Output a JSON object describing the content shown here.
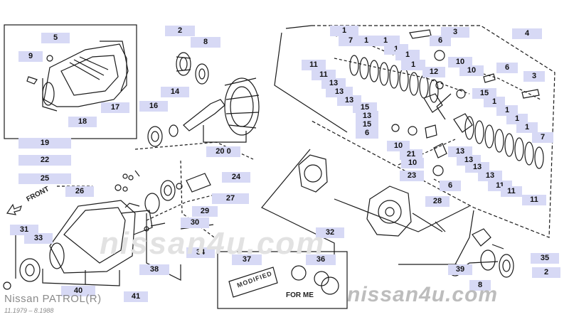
{
  "diagram": {
    "model_title": "Nissan PATROL(R)",
    "production_dates": "11.1979 – 8.1988",
    "front_arrow_label": "FRONT",
    "callout_text": "FOR ME",
    "modified_stamp": "MODIFIED",
    "watermark_main": "nissan4u.com",
    "watermark_faint": "nissan4u.com",
    "part_labels": [
      "5",
      "9",
      "17",
      "18",
      "2",
      "8",
      "14",
      "16",
      "20 0",
      "19",
      "22",
      "25",
      "26",
      "24",
      "27",
      "29",
      "30",
      "31",
      "33",
      "34",
      "38",
      "40",
      "41",
      "37",
      "36",
      "1",
      "3",
      "4",
      "7",
      "6",
      "10",
      "12",
      "11",
      "13",
      "15",
      "21",
      "23",
      "28",
      "32",
      "35",
      "39"
    ]
  }
}
